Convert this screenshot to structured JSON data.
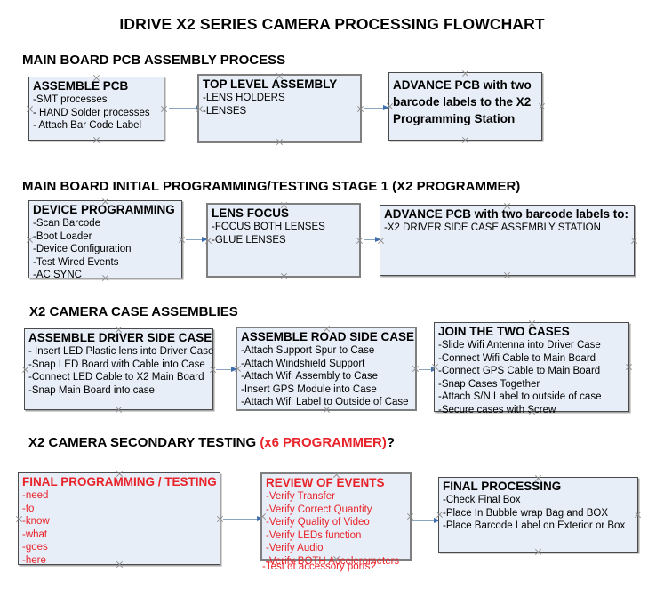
{
  "document": {
    "title": "IDRIVE X2  SERIES CAMERA PROCESSING FLOWCHART",
    "accent_color": "#e8232a",
    "node_fill": "#e8eef7",
    "node_border": "#4a4a4a",
    "connector_color": "#3f6fae"
  },
  "sections": [
    {
      "id": "main-board-pcb-assembly",
      "heading": "MAIN BOARD PCB ASSEMBLY PROCESS",
      "heading_accent": "",
      "nodes": [
        {
          "id": "assemble-pcb",
          "header": "ASSEMBLE PCB",
          "lines": [
            "-SMT processes",
            "- HAND Solder processes",
            "- Attach Bar Code Label"
          ]
        },
        {
          "id": "top-level-assembly",
          "header": "TOP LEVEL ASSEMBLY",
          "lines": [
            "-LENS HOLDERS",
            "-LENSES"
          ]
        },
        {
          "id": "advance-pcb-to-x2-programming-station",
          "header": "ADVANCE PCB with two barcode labels to the  X2 Programming Station",
          "lines": []
        }
      ]
    },
    {
      "id": "main-board-initial-programming",
      "heading": "MAIN BOARD INITIAL PROGRAMMING/TESTING STAGE 1 (X2 PROGRAMMER)",
      "heading_accent": "",
      "nodes": [
        {
          "id": "device-programming",
          "header": "DEVICE PROGRAMMING",
          "lines": [
            "-Scan Barcode",
            "-Boot Loader",
            "-Device Configuration",
            "-Test Wired Events",
            "-AC SYNC"
          ]
        },
        {
          "id": "lens-focus",
          "header": "LENS FOCUS",
          "lines": [
            "-FOCUS BOTH LENSES",
            "-GLUE LENSES"
          ]
        },
        {
          "id": "advance-pcb-to-driver-side-case-station",
          "header": "ADVANCE PCB with two barcode labels to:",
          "lines": [
            "-X2 DRIVER  SIDE  CASE  ASSEMBLY STATION"
          ]
        }
      ]
    },
    {
      "id": "x2-camera-case-assemblies",
      "heading": "X2 CAMERA CASE ASSEMBLIES",
      "heading_accent": "",
      "nodes": [
        {
          "id": "assemble-driver-side-case",
          "header": "ASSEMBLE DRIVER SIDE CASE",
          "lines": [
            "- Insert LED Plastic lens into Driver Case",
            "-Snap LED Board with Cable into Case",
            "-Connect LED Cable to X2 Main Board",
            "-Snap Main Board into case"
          ]
        },
        {
          "id": "assemble-road-side-case",
          "header": "ASSEMBLE ROAD SIDE CASE",
          "lines": [
            "-Attach Support Spur to Case",
            "-Attach Windshield Support",
            "-Attach Wifi Assembly to Case",
            "-Insert GPS Module into Case",
            "-Attach Wifi Label to Outside of Case"
          ]
        },
        {
          "id": "join-the-two-cases",
          "header": "JOIN THE TWO CASES",
          "lines": [
            "-Slide Wifi Antenna into Driver Case",
            "-Connect Wifi Cable to Main Board",
            "-Connect GPS Cable to Main Board",
            "-Snap Cases Together",
            "-Attach S/N Label to outside of case",
            "-Secure cases with Screw"
          ]
        }
      ]
    },
    {
      "id": "x2-camera-secondary-testing",
      "heading": "X2 CAMERA SECONDARY TESTING ",
      "heading_accent": "(x6 PROGRAMMER)",
      "heading_tail": "?",
      "nodes": [
        {
          "id": "final-programming-testing",
          "header": "FINAL PROGRAMMING / TESTING",
          "lines": [
            "-need",
            "-to",
            "-know",
            "-what",
            "-goes",
            "-here"
          ]
        },
        {
          "id": "review-of-events",
          "header": "REVIEW OF EVENTS",
          "lines": [
            "-Verify Transfer",
            "-Verify Correct Quantity",
            "-Verify Quality of Video",
            "-Verify LEDs function",
            "-Verify Audio",
            "-Verify BOTH Accelerometers"
          ],
          "overflow_line": "-Test of accessory ports?"
        },
        {
          "id": "final-processing",
          "header": "FINAL PROCESSING",
          "lines": [
            " -Check Final Box",
            "-Place In Bubble wrap Bag and BOX",
            "-Place Barcode Label on Exterior or Box"
          ]
        }
      ]
    }
  ]
}
